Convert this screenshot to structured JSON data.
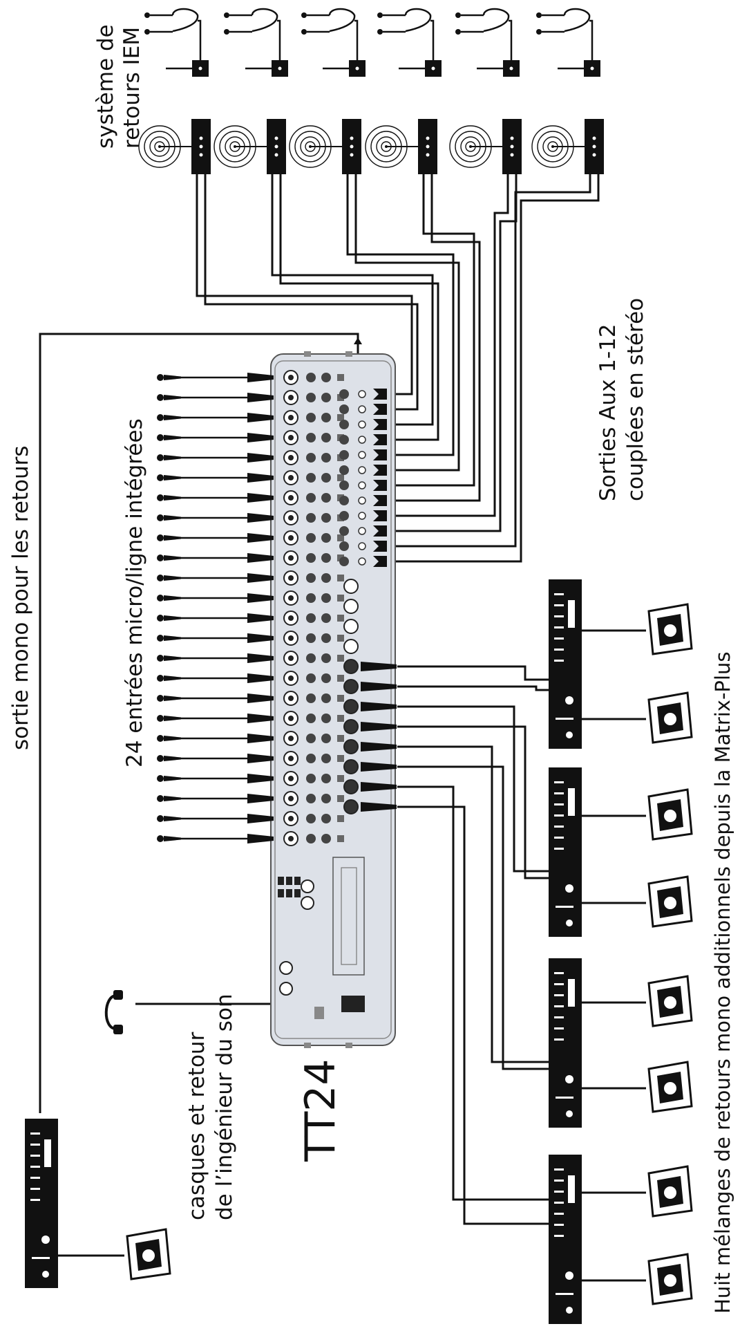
{
  "labels": {
    "iem_system": [
      "système de",
      "retours IEM"
    ],
    "mono_out": "sortie mono pour les retours",
    "mic_inputs": "24 entrées micro/ligne intégrées",
    "aux_outputs": [
      "Sorties Aux 1-12",
      "couplées en stéréo"
    ],
    "headphones": [
      "casques et retour",
      "de l’ingénieur du son"
    ],
    "model": "TT24",
    "matrix_mixes": "Huit mélanges de retours mono additionnels depuis la Matrix-Plus"
  },
  "counts": {
    "mic_inputs": 24,
    "iem_receivers": 6,
    "iem_transmitters": 6,
    "aux_outputs": 12,
    "matrix_outputs": 8,
    "matrix_amplifiers": 4,
    "matrix_wedges": 8,
    "engineer_amplifiers": 1,
    "engineer_wedges": 1
  },
  "colors": {
    "line": "#111111",
    "console_body": "#dde1e8",
    "console_outline": "#555555",
    "device_fill": "#111111"
  }
}
